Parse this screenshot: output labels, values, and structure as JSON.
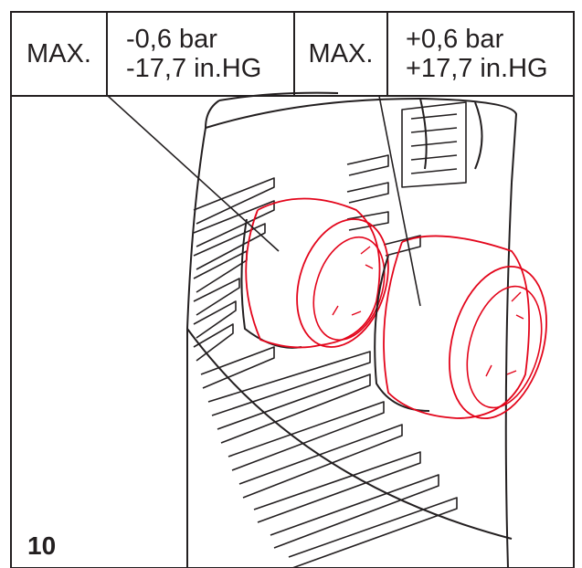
{
  "table": {
    "vacuum": {
      "max_label": "MAX.",
      "line1": "-0,6 bar",
      "line2": "-17,7 in.HG"
    },
    "pressure": {
      "max_label": "MAX.",
      "line1": "+0,6 bar",
      "line2": "+17,7 in.HG"
    }
  },
  "figure_number": "10",
  "colors": {
    "line": "#231f20",
    "gauge_outline": "#e3051b",
    "background": "#ffffff"
  }
}
